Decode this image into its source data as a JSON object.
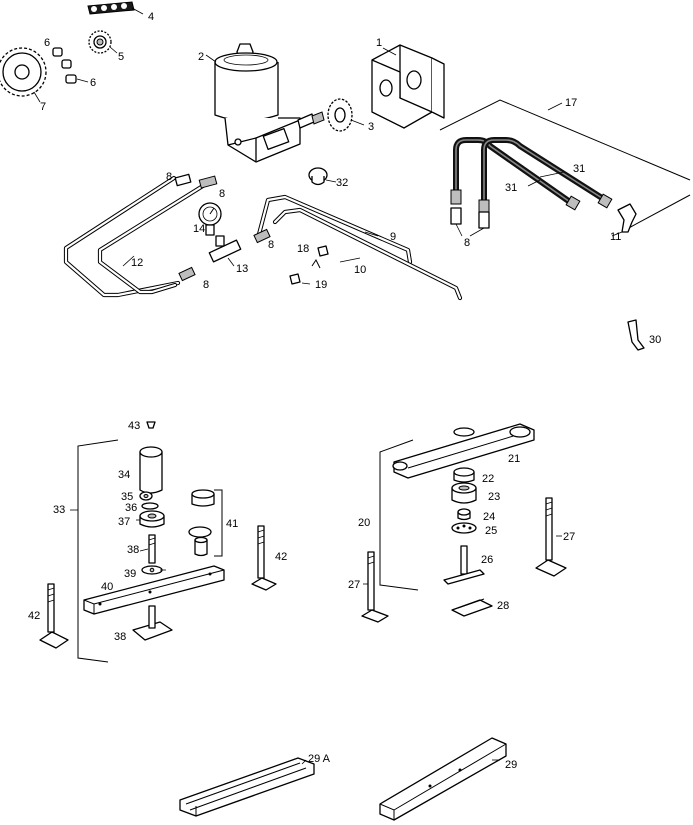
{
  "labels": [
    {
      "id": "l1",
      "text": "1"
    },
    {
      "id": "l2",
      "text": "2"
    },
    {
      "id": "l3",
      "text": "3"
    },
    {
      "id": "l4",
      "text": "4"
    },
    {
      "id": "l5",
      "text": "5"
    },
    {
      "id": "l6a",
      "text": "6"
    },
    {
      "id": "l6b",
      "text": "6"
    },
    {
      "id": "l7",
      "text": "7"
    },
    {
      "id": "l8a",
      "text": "8"
    },
    {
      "id": "l8b",
      "text": "8"
    },
    {
      "id": "l8c",
      "text": "8"
    },
    {
      "id": "l8d",
      "text": "8"
    },
    {
      "id": "l8e",
      "text": "8"
    },
    {
      "id": "l9",
      "text": "9"
    },
    {
      "id": "l10",
      "text": "10"
    },
    {
      "id": "l11",
      "text": "11"
    },
    {
      "id": "l12",
      "text": "12"
    },
    {
      "id": "l13",
      "text": "13"
    },
    {
      "id": "l14",
      "text": "14"
    },
    {
      "id": "l17",
      "text": "17"
    },
    {
      "id": "l18",
      "text": "18"
    },
    {
      "id": "l19",
      "text": "19"
    },
    {
      "id": "l20",
      "text": "20"
    },
    {
      "id": "l21",
      "text": "21"
    },
    {
      "id": "l22",
      "text": "22"
    },
    {
      "id": "l23",
      "text": "23"
    },
    {
      "id": "l24",
      "text": "24"
    },
    {
      "id": "l25",
      "text": "25"
    },
    {
      "id": "l26",
      "text": "26"
    },
    {
      "id": "l27a",
      "text": "27"
    },
    {
      "id": "l27b",
      "text": "27"
    },
    {
      "id": "l28",
      "text": "28"
    },
    {
      "id": "l29a",
      "text": "29 A"
    },
    {
      "id": "l29",
      "text": "29"
    },
    {
      "id": "l30",
      "text": "30"
    },
    {
      "id": "l31a",
      "text": "31"
    },
    {
      "id": "l31b",
      "text": "31"
    },
    {
      "id": "l32",
      "text": "32"
    },
    {
      "id": "l33",
      "text": "33"
    },
    {
      "id": "l34",
      "text": "34"
    },
    {
      "id": "l35",
      "text": "35"
    },
    {
      "id": "l36",
      "text": "36"
    },
    {
      "id": "l37",
      "text": "37"
    },
    {
      "id": "l38a",
      "text": "38"
    },
    {
      "id": "l38b",
      "text": "38"
    },
    {
      "id": "l39",
      "text": "39"
    },
    {
      "id": "l40",
      "text": "40"
    },
    {
      "id": "l41",
      "text": "41"
    },
    {
      "id": "l42a",
      "text": "42"
    },
    {
      "id": "l42b",
      "text": "42"
    },
    {
      "id": "l43",
      "text": "43"
    }
  ]
}
